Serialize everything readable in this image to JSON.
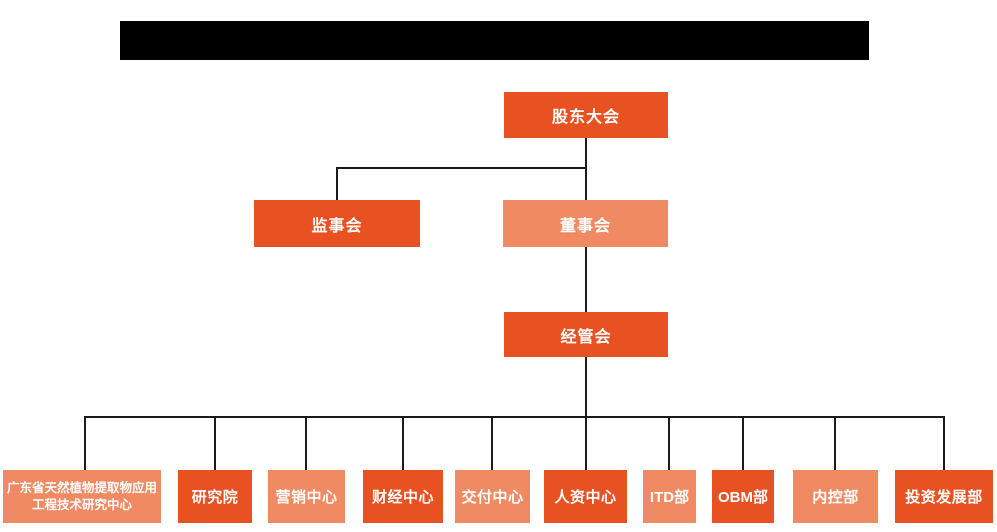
{
  "colors": {
    "box_dark": "#e85222",
    "box_light": "#f08a63",
    "line": "#1b1b1b",
    "redaction": "#000000",
    "background": "#ffffff",
    "text": "#ffffff"
  },
  "org_chart": {
    "root": {
      "label": "股东大会",
      "variant": "dark"
    },
    "level2": [
      {
        "label": "监事会",
        "variant": "dark"
      },
      {
        "label": "董事会",
        "variant": "light"
      }
    ],
    "level3": {
      "label": "经管会",
      "variant": "dark"
    },
    "departments": [
      {
        "label": "广东省天然植物提取物应用工程技术研究中心",
        "variant": "light"
      },
      {
        "label": "研究院",
        "variant": "dark"
      },
      {
        "label": "营销中心",
        "variant": "light"
      },
      {
        "label": "财经中心",
        "variant": "dark"
      },
      {
        "label": "交付中心",
        "variant": "light"
      },
      {
        "label": "人资中心",
        "variant": "dark"
      },
      {
        "label": "ITD部",
        "variant": "light"
      },
      {
        "label": "OBM部",
        "variant": "dark"
      },
      {
        "label": "内控部",
        "variant": "light"
      },
      {
        "label": "投资发展部",
        "variant": "dark"
      }
    ]
  }
}
